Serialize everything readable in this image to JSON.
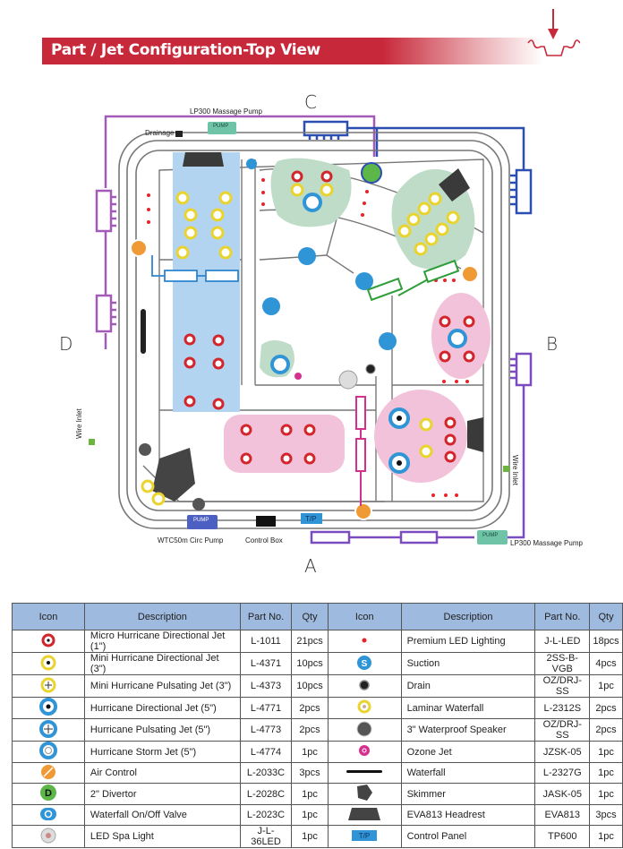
{
  "header": {
    "title": "Part / Jet Configuration-Top View",
    "icon": "spa-top-view-arrow-icon"
  },
  "diagram": {
    "side_labels": {
      "top": "C",
      "bottom": "A",
      "left": "D",
      "right": "B"
    },
    "labels": {
      "pump_top": "LP300 Massage Pump",
      "drainage": "Drainage",
      "pump_text": "PUMP",
      "wire_inlet_left": "Wire Inlet",
      "wire_inlet_right": "Wire Inlet",
      "circ_pump": "WTC50m Circ Pump",
      "control_box": "Control Box",
      "pump_bottom_right": "LP300 Massage Pump",
      "control_panel_tag": "T/P",
      "suction_tag": "S",
      "divertor_tag": "D"
    },
    "colors": {
      "blue_zone": "#b3d4f0",
      "green_zone": "#bfdcc8",
      "pink_zone": "#f2c2da",
      "purple_line": "#9b59b6",
      "blue_line": "#2a4fb0",
      "green_line": "#2f9e3a",
      "magenta_line": "#d6308f",
      "outline": "#666666"
    }
  },
  "table": {
    "headers": [
      "Icon",
      "Description",
      "Part No.",
      "Qty"
    ],
    "left": [
      {
        "icon": "micro-hurricane-directional-jet-icon",
        "description": "Micro Hurricane Directional Jet (1\")",
        "part": "L-1011",
        "qty": "21pcs"
      },
      {
        "icon": "mini-hurricane-directional-jet-icon",
        "description": "Mini Hurricane Directional Jet (3\")",
        "part": "L-4371",
        "qty": "10pcs"
      },
      {
        "icon": "mini-hurricane-pulsating-jet-icon",
        "description": "Mini Hurricane Pulsating Jet (3\")",
        "part": "L-4373",
        "qty": "10pcs"
      },
      {
        "icon": "hurricane-directional-jet-icon",
        "description": "Hurricane Directional Jet (5\")",
        "part": "L-4771",
        "qty": "2pcs"
      },
      {
        "icon": "hurricane-pulsating-jet-icon",
        "description": "Hurricane Pulsating Jet (5\")",
        "part": "L-4773",
        "qty": "2pcs"
      },
      {
        "icon": "hurricane-storm-jet-icon",
        "description": "Hurricane Storm Jet (5\")",
        "part": "L-4774",
        "qty": "1pc"
      },
      {
        "icon": "air-control-icon",
        "description": "Air Control",
        "part": "L-2033C",
        "qty": "3pcs"
      },
      {
        "icon": "divertor-icon",
        "description": "2\" Divertor",
        "part": "L-2028C",
        "qty": "1pc"
      },
      {
        "icon": "waterfall-valve-icon",
        "description": "Waterfall On/Off Valve",
        "part": "L-2023C",
        "qty": "1pc"
      },
      {
        "icon": "led-spa-light-icon",
        "description": "LED Spa Light",
        "part": "J-L-36LED",
        "qty": "1pc"
      }
    ],
    "right": [
      {
        "icon": "premium-led-icon",
        "description": "Premium LED Lighting",
        "part": "J-L-LED",
        "qty": "18pcs"
      },
      {
        "icon": "suction-icon",
        "description": "Suction",
        "part": "2SS-B-VGB",
        "qty": "4pcs"
      },
      {
        "icon": "drain-icon",
        "description": "Drain",
        "part": "OZ/DRJ-SS",
        "qty": "1pc"
      },
      {
        "icon": "laminar-waterfall-icon",
        "description": "Laminar Waterfall",
        "part": "L-2312S",
        "qty": "2pcs"
      },
      {
        "icon": "speaker-icon",
        "description": "3\" Waterproof Speaker",
        "part": "OZ/DRJ-SS",
        "qty": "2pcs"
      },
      {
        "icon": "ozone-jet-icon",
        "description": "Ozone Jet",
        "part": "JZSK-05",
        "qty": "1pc"
      },
      {
        "icon": "waterfall-icon",
        "description": "Waterfall",
        "part": "L-2327G",
        "qty": "1pc"
      },
      {
        "icon": "skimmer-icon",
        "description": "Skimmer",
        "part": "JASK-05",
        "qty": "1pc"
      },
      {
        "icon": "headrest-icon",
        "description": "EVA813 Headrest",
        "part": "EVA813",
        "qty": "3pcs"
      },
      {
        "icon": "control-panel-icon",
        "description": "Control Panel",
        "part": "TP600",
        "qty": "1pc"
      }
    ]
  }
}
